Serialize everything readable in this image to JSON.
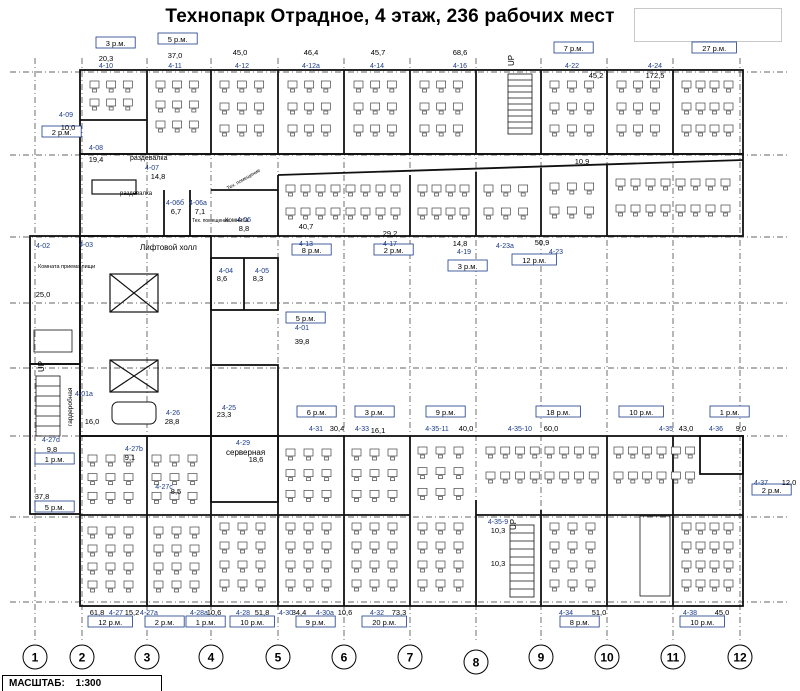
{
  "title": "Технопарк Отрадное, 4 этаж,  236  рабочих мест",
  "scale": {
    "label": "МАСШТАБ:",
    "value": "1:300"
  },
  "axes": [
    "1",
    "2",
    "3",
    "4",
    "5",
    "6",
    "7",
    "8",
    "9",
    "10",
    "11",
    "12"
  ],
  "places": [
    {
      "text": "3 р.м.",
      "box": true
    },
    {
      "text": "5 р.м.",
      "box": true
    },
    {
      "text": "7 р.м.",
      "box": true
    },
    {
      "text": "27 р.м.",
      "box": true
    },
    {
      "text": "2 р.м.",
      "box": true
    },
    {
      "text": "8 р.м.",
      "box": true
    },
    {
      "text": "2 р.м.",
      "box": true
    },
    {
      "text": "3 р.м.",
      "box": true
    },
    {
      "text": "12 р.м.",
      "box": true
    },
    {
      "text": "5 р.м.",
      "box": true
    },
    {
      "text": "6 р.м.",
      "box": true
    },
    {
      "text": "3 р.м.",
      "box": true
    },
    {
      "text": "9 р.м.",
      "box": true
    },
    {
      "text": "18 р.м.",
      "box": true
    },
    {
      "text": "10 р.м.",
      "box": true
    },
    {
      "text": "1 р.м.",
      "box": true
    },
    {
      "text": "1 р.м.",
      "box": true
    },
    {
      "text": "2 р.м.",
      "box": true
    },
    {
      "text": "5 р.м.",
      "box": true
    },
    {
      "text": "12 р.м.",
      "box": true
    },
    {
      "text": "2 р.м.",
      "box": true
    },
    {
      "text": "1 р.м.",
      "box": true
    },
    {
      "text": "10 р.м.",
      "box": true
    },
    {
      "text": "9 р.м.",
      "box": true
    },
    {
      "text": "20 р.м.",
      "box": true
    },
    {
      "text": "8 р.м.",
      "box": true
    },
    {
      "text": "10 р.м.",
      "box": true
    }
  ],
  "rooms": [
    {
      "id": "4-10",
      "area": "20,3"
    },
    {
      "id": "4-11",
      "area": "37,0"
    },
    {
      "id": "4-12",
      "area": "45,0"
    },
    {
      "id": "4-12а",
      "area": "46,4"
    },
    {
      "id": "4-14",
      "area": "45,7"
    },
    {
      "id": "4-16",
      "area": "68,6"
    },
    {
      "id": "4-22",
      "area": "45,2"
    },
    {
      "id": "4-24",
      "area": "172,5"
    },
    {
      "id": "4-09",
      "area": "10,0"
    },
    {
      "id": "4-08",
      "area": "19,4"
    },
    {
      "id": "4-07",
      "area": "14,8"
    },
    {
      "id": "4-06б",
      "area": "6,7"
    },
    {
      "id": "4-06а",
      "area": "7,1"
    },
    {
      "id": "4-06",
      "area": "8,8"
    },
    {
      "id": "4-13",
      "area": "40,7"
    },
    {
      "id": "4-17",
      "area": "29,2"
    },
    {
      "id": "4-19",
      "area": "14,8"
    },
    {
      "id": "4-23а",
      "area": ""
    },
    {
      "id": "4-23",
      "area": "50,9"
    },
    {
      "id": "4-02",
      "area": "25,0"
    },
    {
      "id": "4-03",
      "area": ""
    },
    {
      "id": "4-04",
      "area": "8,6"
    },
    {
      "id": "4-05",
      "area": "8,3"
    },
    {
      "id": "4-01",
      "area": "39,8"
    },
    {
      "id": "4-01а",
      "area": "16,0"
    },
    {
      "id": "4-26",
      "area": "28,8"
    },
    {
      "id": "4-25",
      "area": "23,3"
    },
    {
      "id": "4-29",
      "area": "18,6"
    },
    {
      "id": "4-27d",
      "area": "9,8"
    },
    {
      "id": "4-27b",
      "area": "9,1"
    },
    {
      "id": "4-27с",
      "area": "8,5"
    },
    {
      "id": "4-31",
      "area": "30,4"
    },
    {
      "id": "4-33",
      "area": "16,1"
    },
    {
      "id": "4-35-11",
      "area": "40,0"
    },
    {
      "id": "4-35-10",
      "area": "60,0"
    },
    {
      "id": "4-35",
      "area": "43,0"
    },
    {
      "id": "4-36",
      "area": "9,0"
    },
    {
      "id": "4-37",
      "area": "12,0"
    },
    {
      "id": "4-27",
      "area": "61,8"
    },
    {
      "id": "4-27а",
      "area": "15,2"
    },
    {
      "id": "4-28а",
      "area": "10,6"
    },
    {
      "id": "4-28",
      "area": "51,8"
    },
    {
      "id": "4-30",
      "area": "34,4"
    },
    {
      "id": "4-30а",
      "area": "10,6"
    },
    {
      "id": "4-32",
      "area": "73,3"
    },
    {
      "id": "4-34",
      "area": "51,0"
    },
    {
      "id": "4-38",
      "area": "45,0"
    },
    {
      "id": "",
      "area": "10,9"
    },
    {
      "id": "",
      "area": "37,8"
    },
    {
      "id": "4-35-9",
      "area": "10,3"
    },
    {
      "id": "",
      "area": "10,3"
    }
  ],
  "labels": {
    "razdevalka1": "раздевалка",
    "razdevalka2": "раздевалка",
    "lift": "Лифтовой холл",
    "komnata": "Комната",
    "komnata_priema": "Комната приема пищи",
    "tekh1": "Тех. помещение",
    "tekh2": "Тех. помещение",
    "servernaya": "серверная",
    "garderobnaya": "гардеробная",
    "up": "UP"
  }
}
